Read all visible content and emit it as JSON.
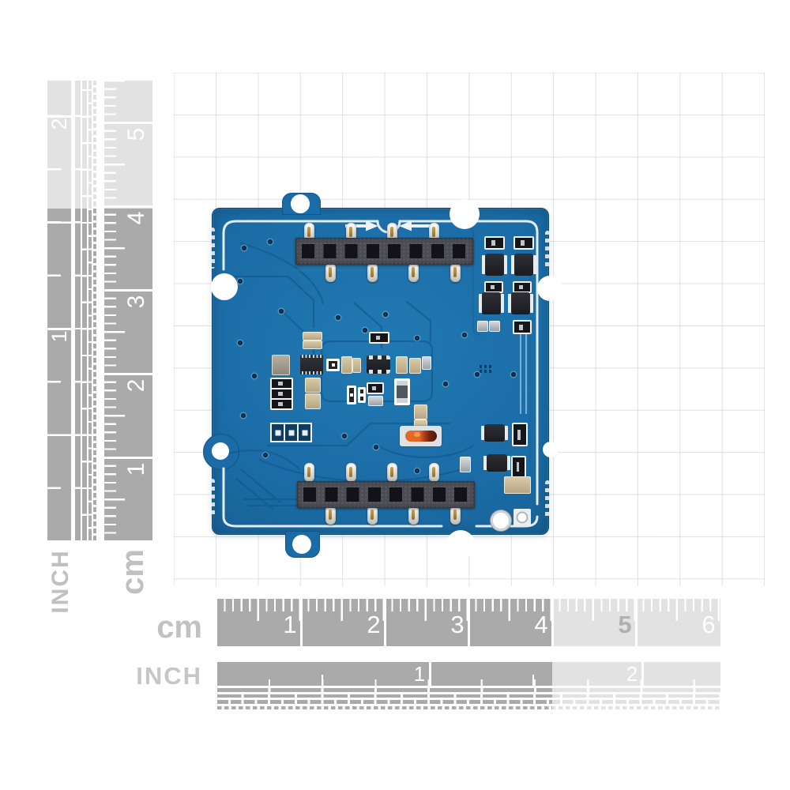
{
  "scene": {
    "subject": "grove-style-pcb-module-back-view",
    "background": "#ffffff",
    "grid_color": "#cbced6"
  },
  "colors": {
    "ruler_dark": "#aaaaaa",
    "ruler_light": "#e2e2e2",
    "ruler_tick": "#ffffff",
    "ruler_label": "#c2c2c2",
    "pcb_blue": "#1b6ca6",
    "pcb_edge": "#0e4a72",
    "silkscreen": "#edf3f7",
    "header_plastic": "#4c4c54",
    "pin_metal": "#e8e8e4",
    "pin_gold": "#b68c3e",
    "diode_orange": "#d95d1e"
  },
  "rulers": {
    "side": {
      "inch_label": "INCH",
      "cm_label": "cm",
      "inch_numbers": [
        "1",
        "2"
      ],
      "cm_numbers": [
        "1",
        "2",
        "3",
        "4",
        "5"
      ]
    },
    "bottom": {
      "cm_label": "cm",
      "inch_label": "INCH",
      "cm_numbers": [
        "1",
        "2",
        "3",
        "4",
        "5",
        "6"
      ],
      "inch_numbers": [
        "1",
        "2"
      ]
    }
  },
  "pcb": {
    "alignment_mark": {
      "left_arrow": "→",
      "right_arrow": "←",
      "notch": "half-circle"
    }
  }
}
